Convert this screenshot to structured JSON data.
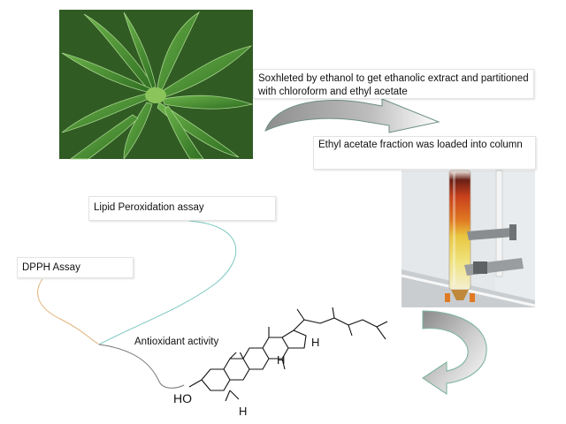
{
  "boxes": {
    "soxhlet": "Soxhleted by ethanol to get ethanolic extract and partitioned with chloroform and ethyl acetate",
    "column": "Ethyl acetate fraction was loaded into column",
    "lipid": "Lipid Peroxidation assay",
    "dpph": "DPPH Assay",
    "antioxidant": "Antioxidant activity"
  },
  "structure": {
    "hydroxyl": "HO",
    "hydrogen": "H"
  },
  "colors": {
    "arrow_fill": "#9a9a9a",
    "arrow_outline": "#6d8f86",
    "lipid_curve": "#7cc8c0",
    "dpph_curve": "#e2b27a",
    "antiox_curve": "#777777",
    "plant_leaf": "#3f8a2e",
    "column_orange": "#d06a1e",
    "column_yellow": "#e6d24a"
  }
}
